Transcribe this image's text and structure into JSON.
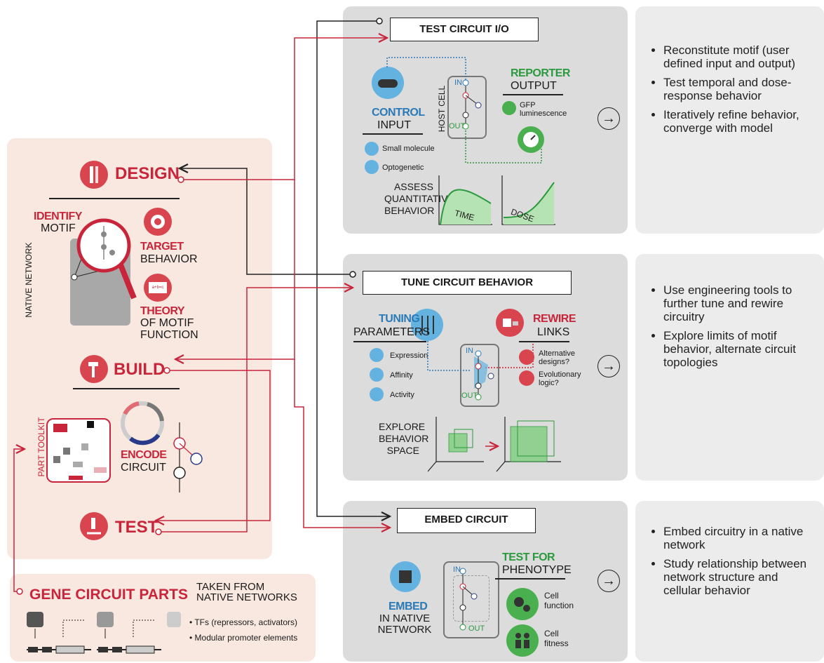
{
  "left": {
    "design": "DESIGN",
    "build": "BUILD",
    "test": "TEST",
    "identify": "IDENTIFY",
    "motif": "MOTIF",
    "native_network": "NATIVE NETWORK",
    "target": "TARGET",
    "behavior": "BEHAVIOR",
    "theory": "THEORY",
    "of_motif_function_1": "OF MOTIF",
    "of_motif_function_2": "FUNCTION",
    "part_toolkit": "PART TOOLKIT",
    "encode": "ENCODE",
    "circuit": "CIRCUIT",
    "equation": "a+b=c"
  },
  "parts": {
    "title": "GENE CIRCUIT PARTS",
    "taken_from_1": "TAKEN FROM",
    "taken_from_2": "NATIVE NETWORKS",
    "bullet1": "• TFs (repressors, activators)",
    "bullet2": "• Modular promoter elements"
  },
  "test_io": {
    "header": "TEST CIRCUIT I/O",
    "control": "CONTROL",
    "input": "INPUT",
    "small_molecule": "Small molecule",
    "optogenetic": "Optogenetic",
    "host_cell": "HOST CELL",
    "in": "IN",
    "out": "OUT",
    "reporter": "REPORTER",
    "output": "OUTPUT",
    "gfp": "GFP",
    "luminescence": "luminescence",
    "assess_1": "ASSESS",
    "assess_2": "QUANTITATIVE",
    "assess_3": "BEHAVIOR",
    "time": "TIME",
    "dose": "DOSE"
  },
  "tune": {
    "header": "TUNE CIRCUIT BEHAVIOR",
    "tuning": "TUNING",
    "parameters": "PARAMETERS",
    "expression": "Expression",
    "affinity": "Affinity",
    "activity": "Activity",
    "in": "IN",
    "out": "OUT",
    "rewire": "REWIRE",
    "links": "LINKS",
    "alt_1": "Alternative",
    "alt_2": "designs?",
    "evo_1": "Evolutionary",
    "evo_2": "logic?",
    "explore_1": "EXPLORE",
    "explore_2": "BEHAVIOR",
    "explore_3": "SPACE"
  },
  "embed": {
    "header": "EMBED CIRCUIT",
    "embed": "EMBED",
    "in_native_1": "IN NATIVE",
    "in_native_2": "NETWORK",
    "in": "IN",
    "out": "OUT",
    "test_for": "TEST FOR",
    "phenotype": "PHENOTYPE",
    "cell_function_1": "Cell",
    "cell_function_2": "function",
    "cell_fitness_1": "Cell",
    "cell_fitness_2": "fitness"
  },
  "notes": {
    "test": [
      "Reconstitute motif (user defined input and output)",
      "Test temporal and dose-response behavior",
      "Iteratively refine behavior, converge with model"
    ],
    "tune": [
      "Use engineering tools to further tune and rewire circuitry",
      "Explore limits of motif behavior, alternate circuit topologies"
    ],
    "embed": [
      "Embed circuitry in a native network",
      "Study relationship between network structure and cellular behavior"
    ]
  },
  "colors": {
    "red": "#c8253a",
    "blue": "#2a7ab8",
    "green": "#2b9a3e",
    "grey_panel": "#dcdcdc",
    "pink_panel": "#f9e8e0"
  }
}
